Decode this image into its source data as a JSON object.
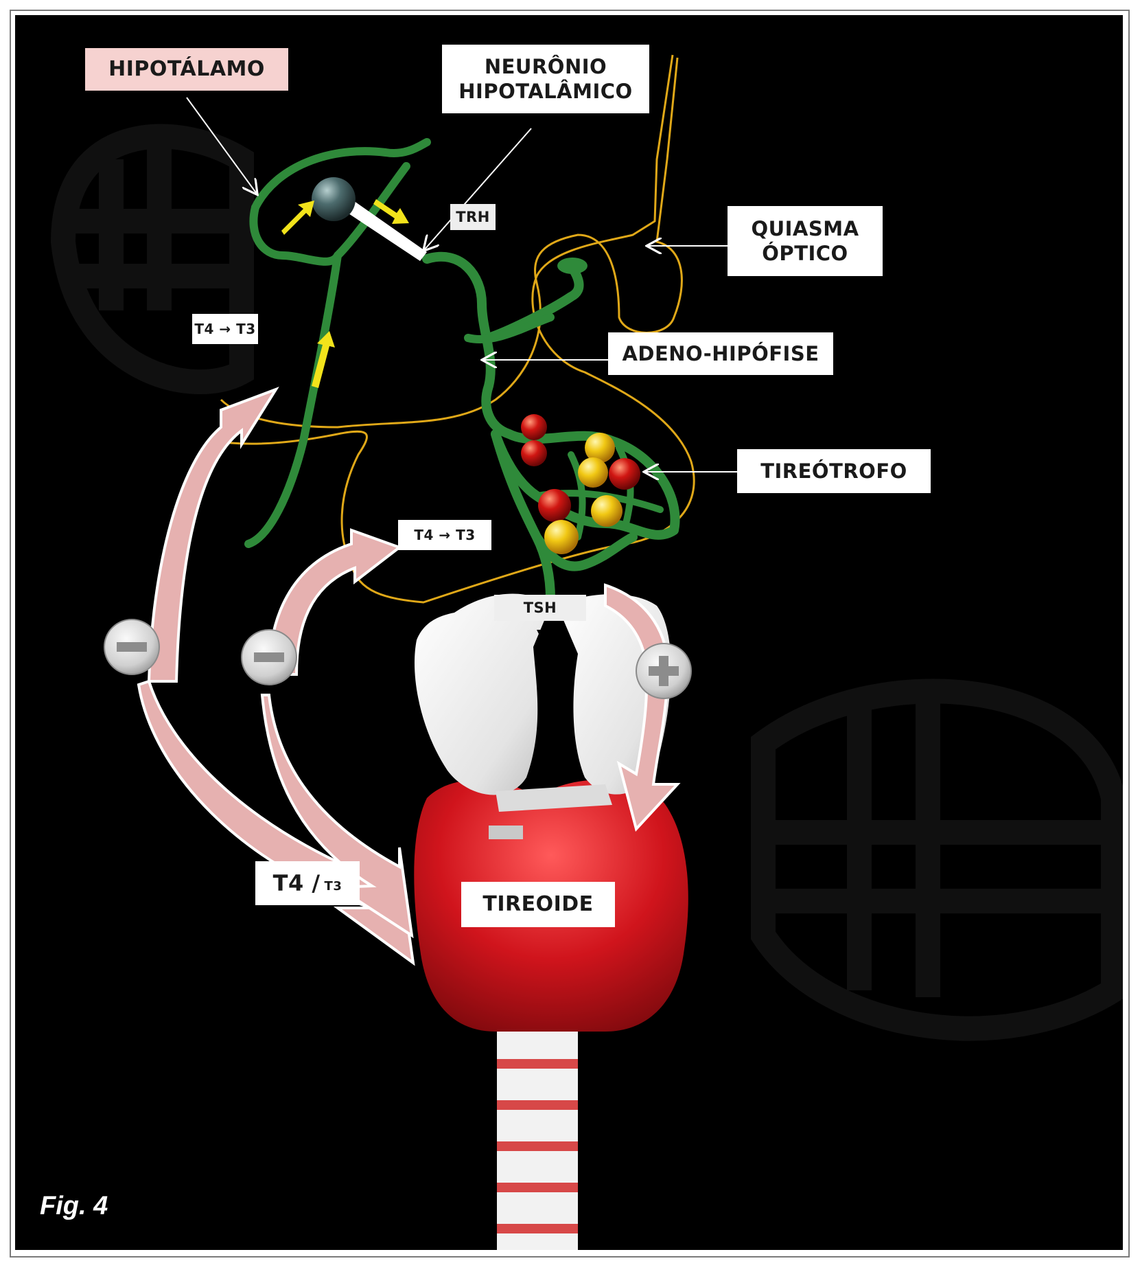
{
  "labels": {
    "hipotalamo": "HIPOTÁLAMO",
    "neuronio_line1": "NEURÔNIO",
    "neuronio_line2": "HIPOTALÂMICO",
    "trh": "TRH",
    "quiasma_line1": "QUIASMA",
    "quiasma_line2": "ÓPTICO",
    "t4t3_upper": "T4 → T3",
    "adeno_hipofise": "ADENO-HIPÓFISE",
    "tireotrofo": "TIREÓTROFO",
    "t4t3_lower": "T4 → T3",
    "tsh": "TSH",
    "t4_main": "T4 /",
    "t3_sub": "T3",
    "tireoide": "TIREOIDE"
  },
  "figure_caption": "Fig. 4",
  "signs": {
    "minus_left": "−",
    "minus_mid": "−",
    "plus": "+"
  },
  "colors": {
    "background": "#000000",
    "pathway_green": "#2f8a3a",
    "optic_outline": "#e0a818",
    "feedback_arrow": "#e6b1b0",
    "thyroid_red": "#c8141e",
    "yellow_arrow": "#f2e31b"
  }
}
